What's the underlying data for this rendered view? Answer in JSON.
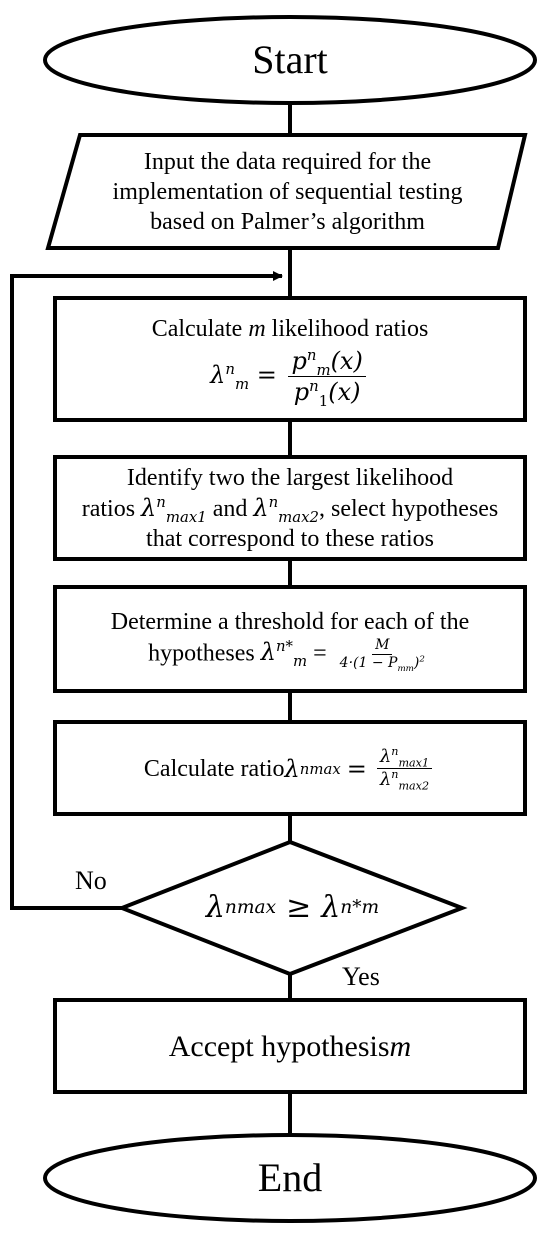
{
  "nodes": {
    "start": "Start",
    "input": {
      "line1": "Input the data required for the",
      "line2": "implementation of sequential testing",
      "line3": "based on Palmer’s algorithm"
    },
    "calc_lr": {
      "text_before": "Calculate ",
      "var": "m",
      "text_after": " likelihood ratios"
    },
    "identify": {
      "line1": "Identify two the largest likelihood",
      "line2_pre": "ratios ",
      "line2_mid": " and ",
      "line2_post": ", select hypotheses",
      "line3": "that correspond to these ratios"
    },
    "threshold": {
      "line1": "Determine a threshold for each of the",
      "line2_pre": "hypotheses "
    },
    "ratio": {
      "text_pre": "Calculate ratio "
    },
    "accept": {
      "text_pre": "Accept hypothesis ",
      "var": "m"
    },
    "end": "End"
  },
  "edge_labels": {
    "no": "No",
    "yes": "Yes"
  },
  "formulas": {
    "lambda": "λ",
    "n": "n",
    "m": "m",
    "one": "1",
    "p": "p",
    "x_arg": "(x)",
    "equals": "=",
    "max1": "max1",
    "max2": "max2",
    "max": "max",
    "n_star": "n*",
    "M": "M",
    "threshold_den": "4·(1 − P",
    "mm": "mm",
    "threshold_den_end": ")",
    "sq": "2",
    "geq": "≥"
  }
}
